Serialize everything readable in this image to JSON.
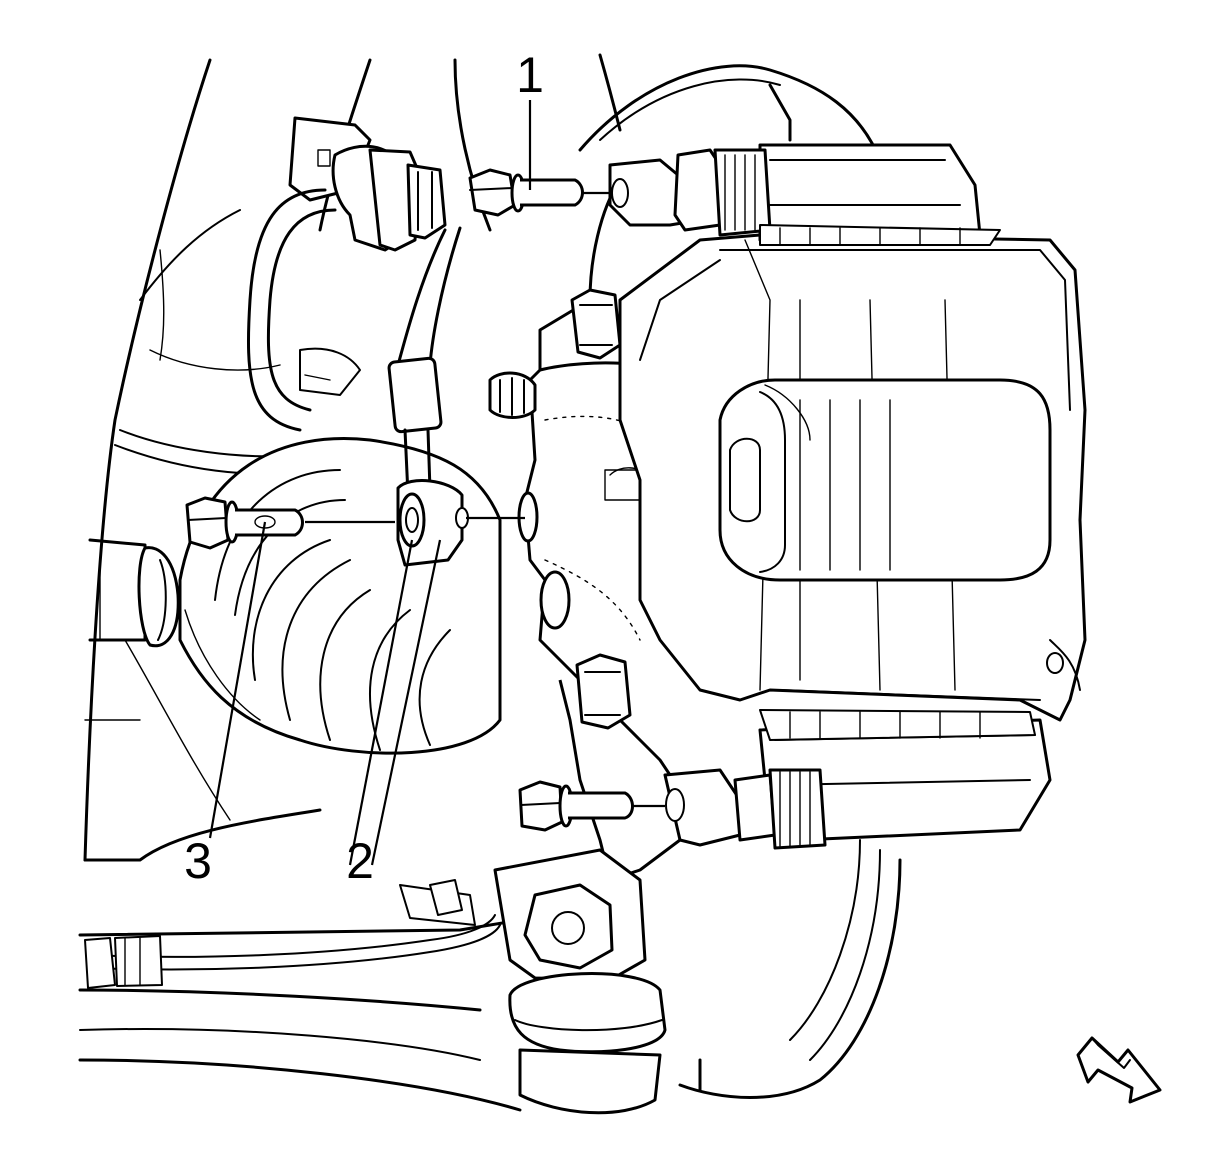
{
  "diagram": {
    "callouts": [
      {
        "id": "1",
        "label": "1"
      },
      {
        "id": "2",
        "label": "2"
      },
      {
        "id": "3",
        "label": "3"
      }
    ],
    "icons": {
      "orientation_arrow": "direction-arrow-icon"
    },
    "colors": {
      "line": "#000000",
      "background": "#ffffff"
    }
  }
}
